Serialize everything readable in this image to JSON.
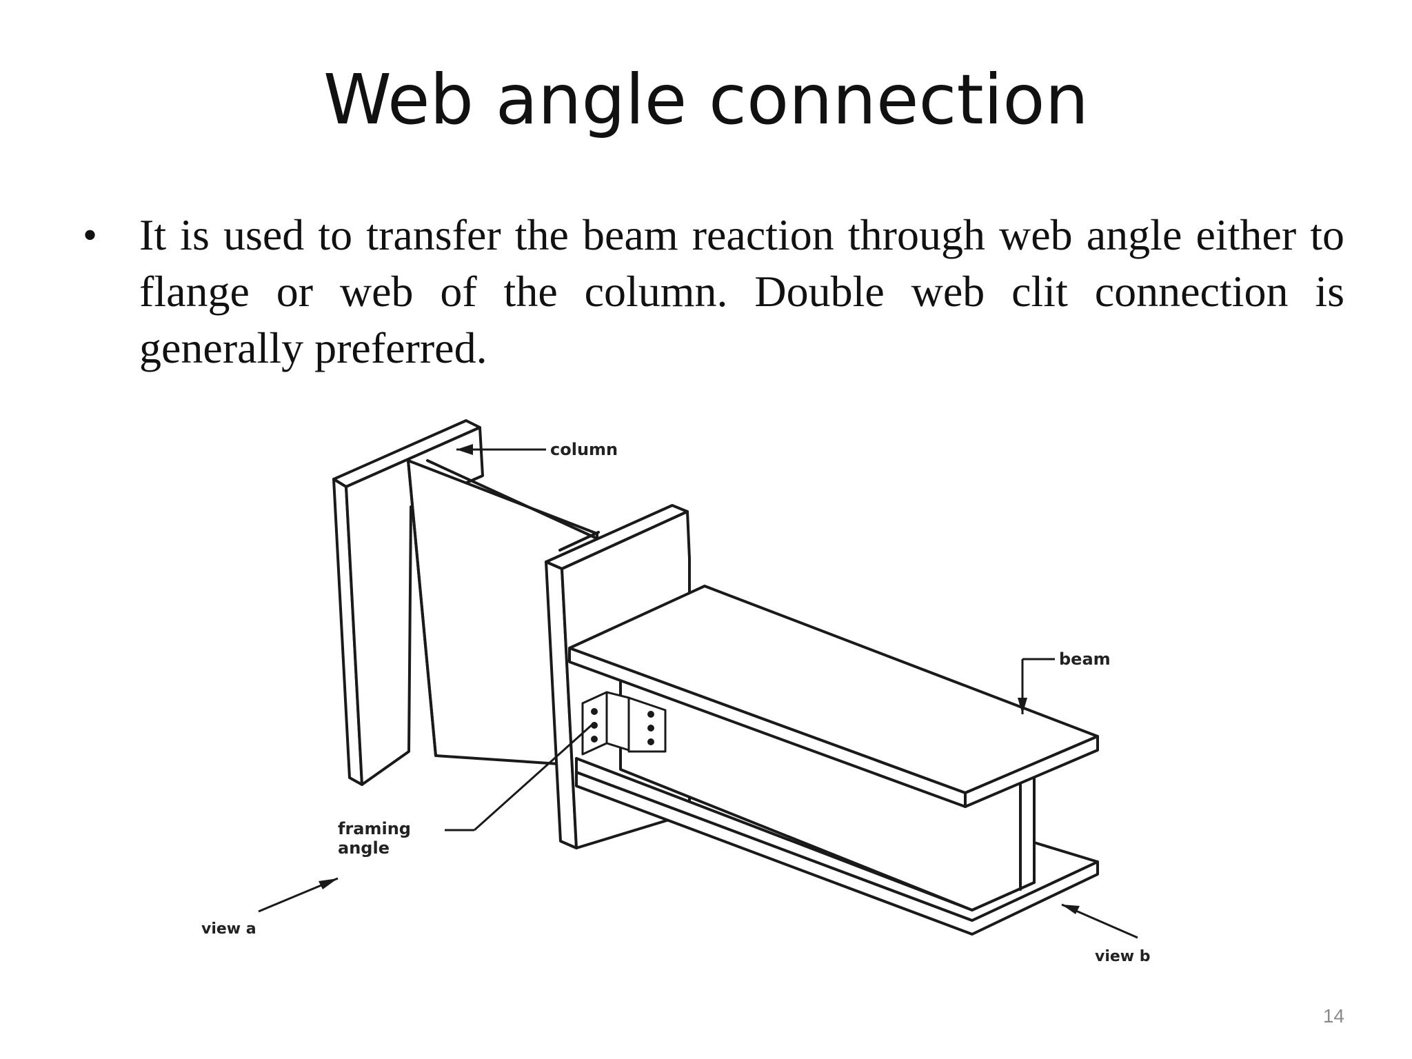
{
  "slide": {
    "title": "Web angle connection",
    "bullet": "It is used to transfer the beam reaction through web angle either to flange or web of the column. Double web clit connection is generally preferred.",
    "page_number": "14"
  },
  "figure": {
    "labels": {
      "column": "column",
      "beam": "beam",
      "framing_line1": "framing",
      "framing_line2": "angle",
      "view_a": "view a",
      "view_b": "view b"
    }
  }
}
